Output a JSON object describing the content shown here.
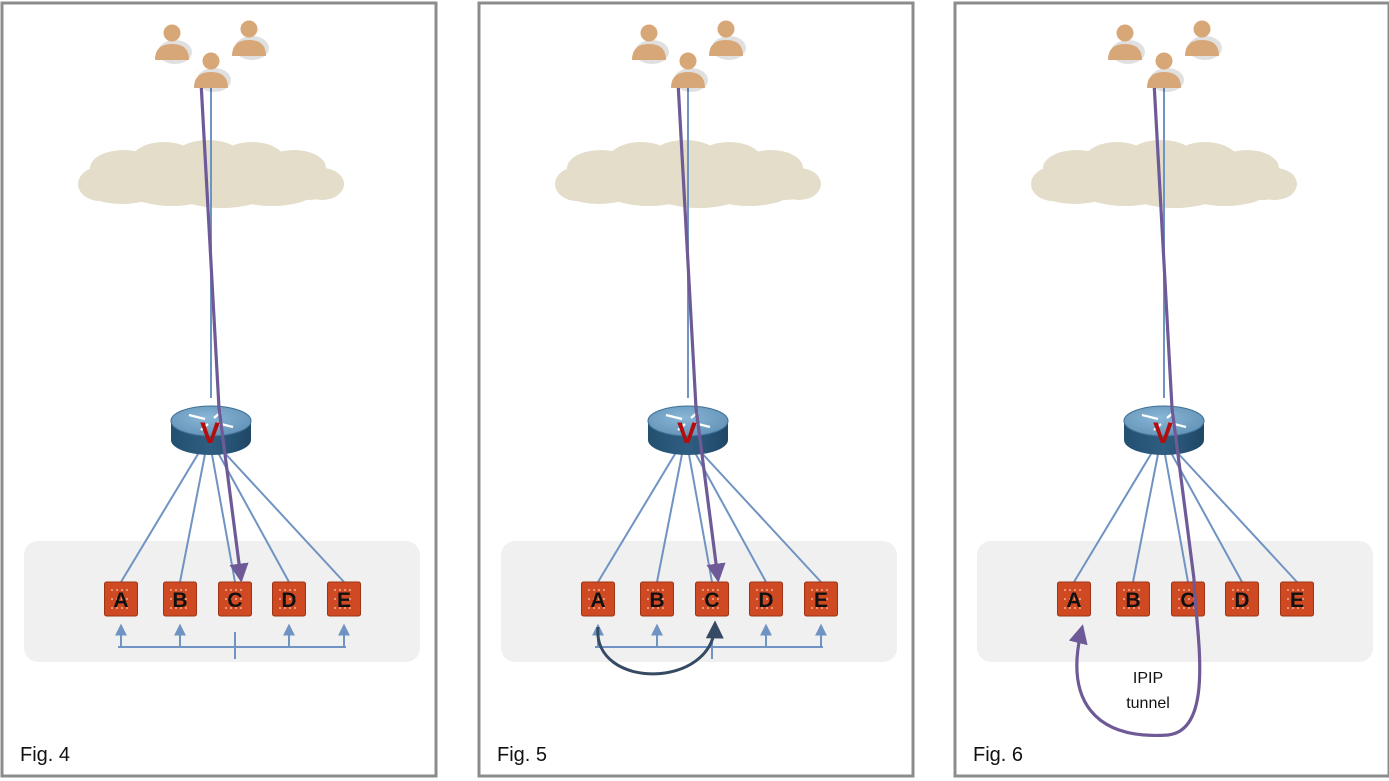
{
  "colors": {
    "panel_border": "#8c8c8c",
    "cloud": "#e3ddca",
    "group_box": "#f0f0f0",
    "link_line": "#6f93c2",
    "path_purple": "#6d5a96",
    "path_navy": "#354a63",
    "server_fill": "#cf4a22",
    "router_top": "#5e8fb4",
    "router_side": "#2f5e82",
    "router_letter": "#b30d0d",
    "user": "#d8a777"
  },
  "icons": [
    "user-icon",
    "cloud-icon",
    "router-icon",
    "server-icon"
  ],
  "panels": [
    {
      "caption": "Fig. 4",
      "router_label": "V",
      "servers": [
        "A",
        "B",
        "C",
        "D",
        "E"
      ],
      "tunnel_label": []
    },
    {
      "caption": "Fig. 5",
      "router_label": "V",
      "servers": [
        "A",
        "B",
        "C",
        "D",
        "E"
      ],
      "tunnel_label": []
    },
    {
      "caption": "Fig. 6",
      "router_label": "V",
      "servers": [
        "A",
        "B",
        "C",
        "D",
        "E"
      ],
      "tunnel_label": [
        "IPIP",
        "tunnel"
      ]
    }
  ]
}
